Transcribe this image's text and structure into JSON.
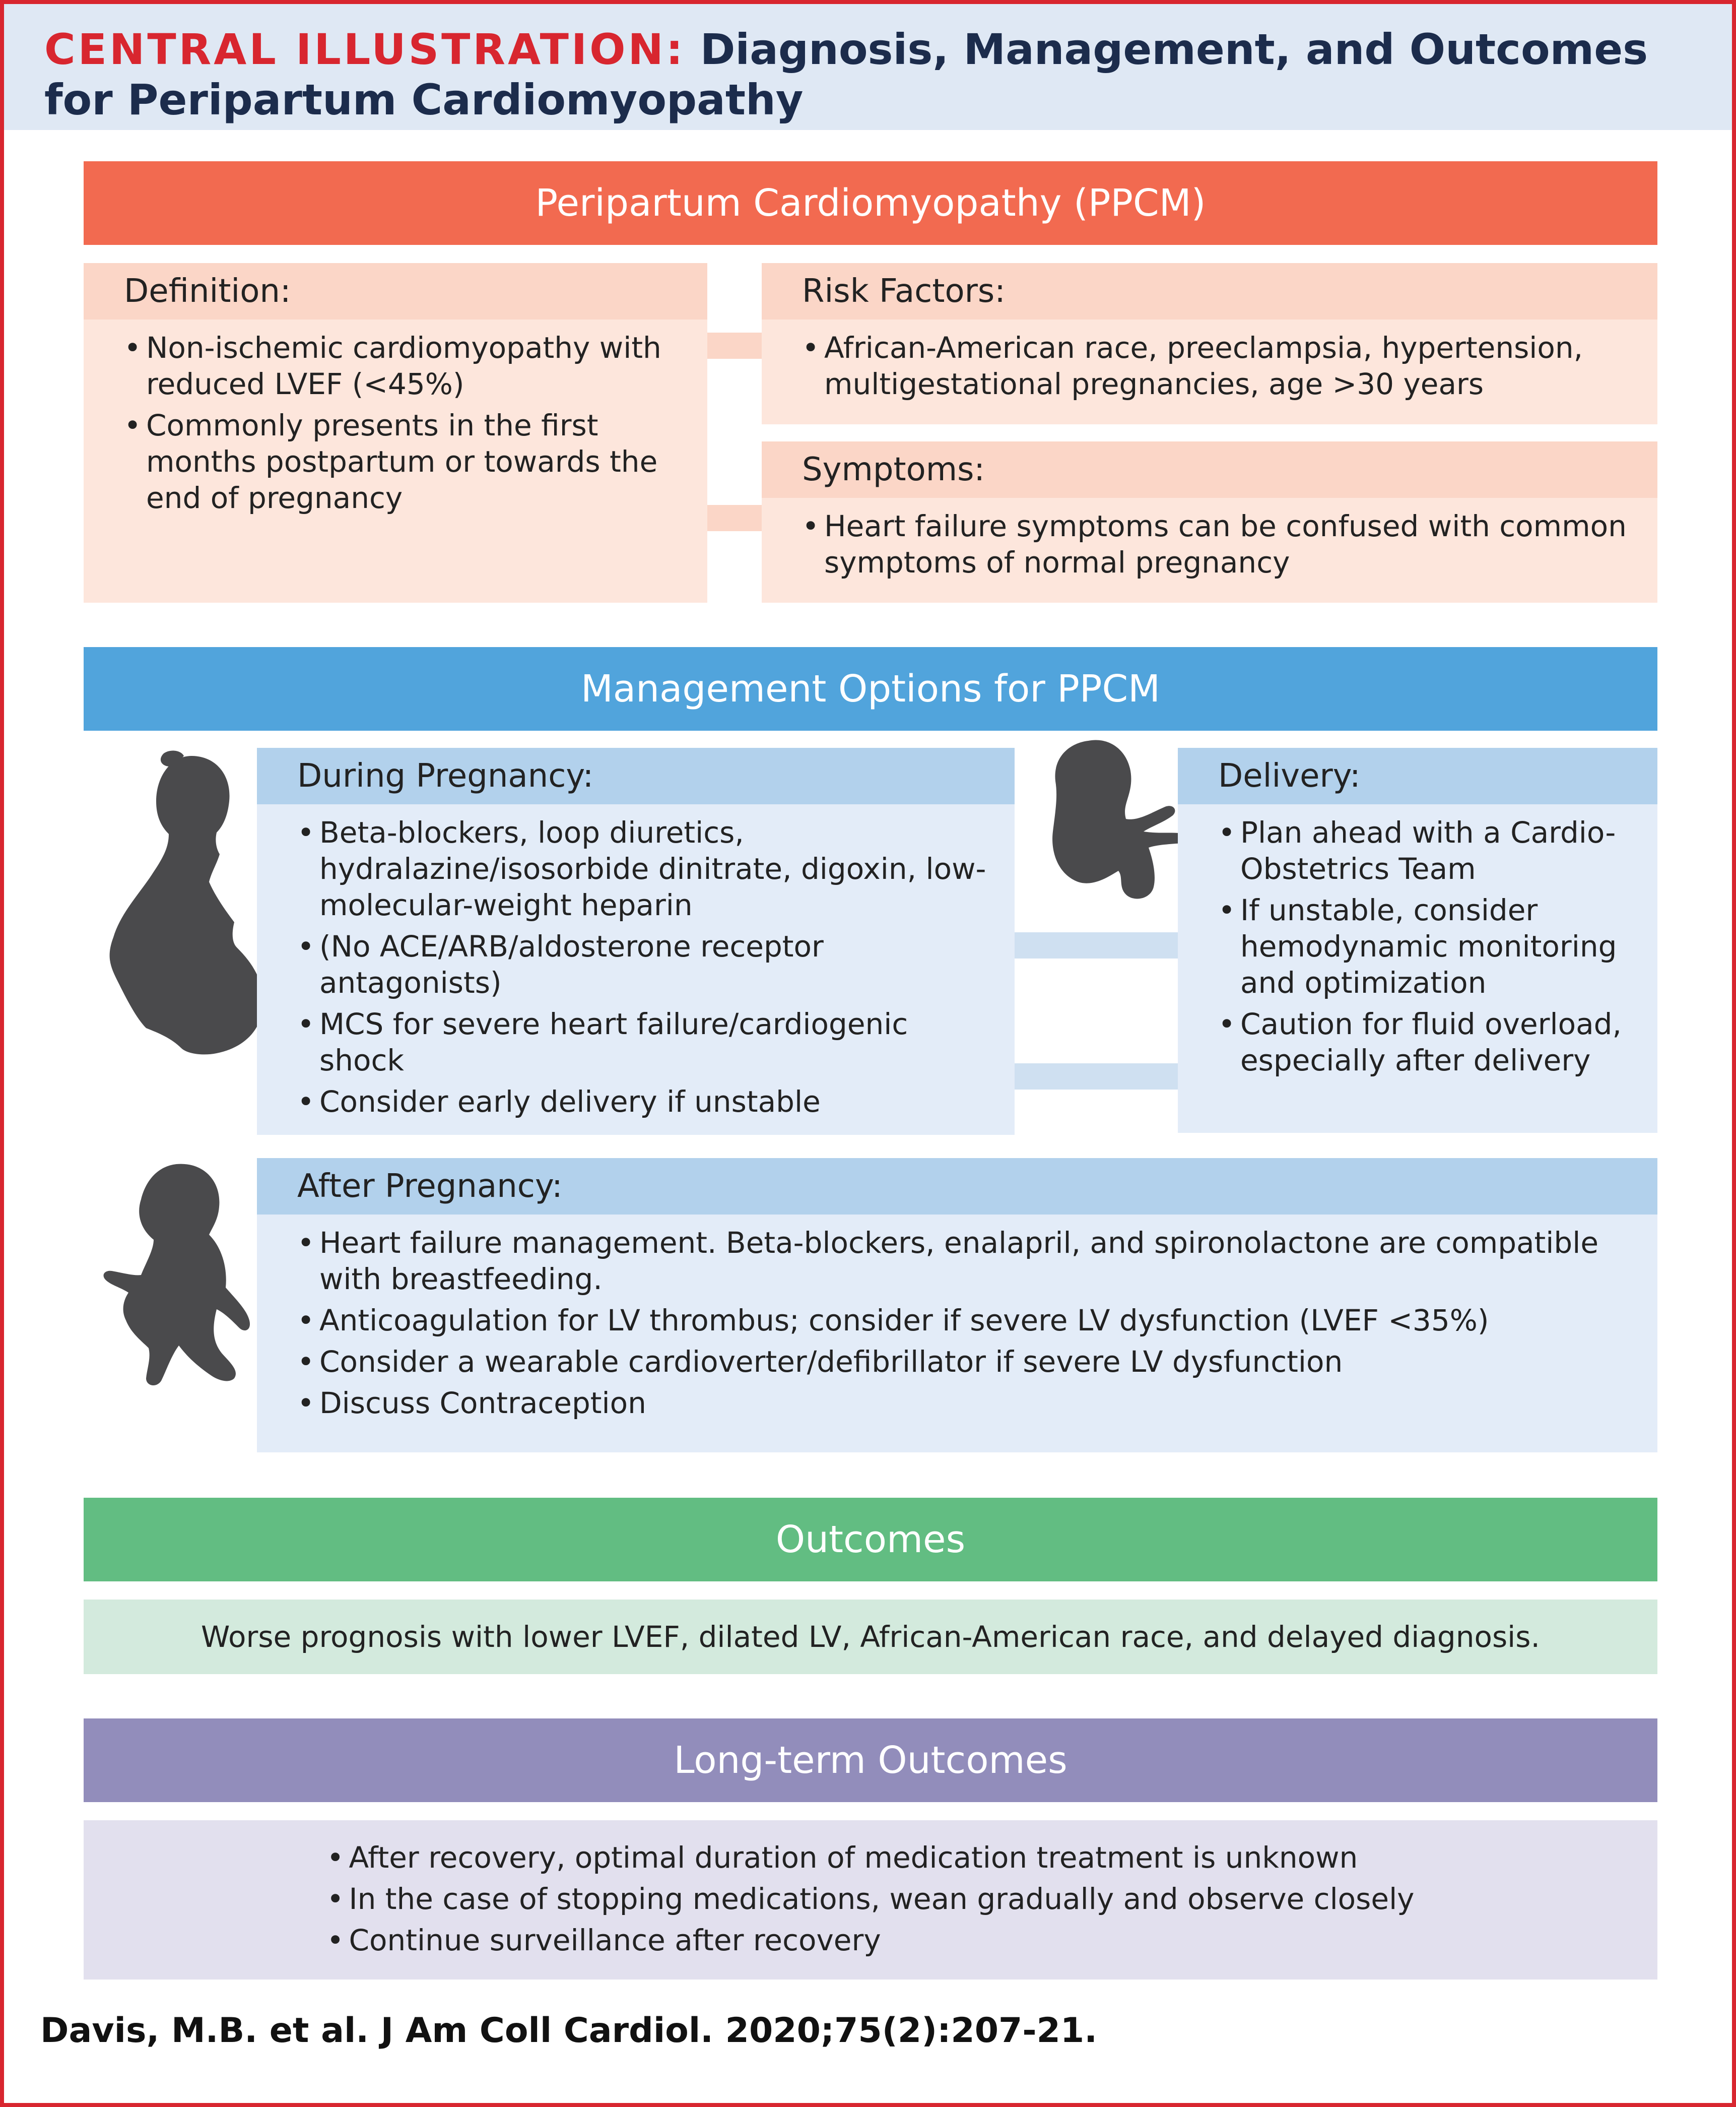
{
  "header": {
    "kicker": "CENTRAL ILLUSTRATION:",
    "title": "Diagnosis, Management, and Outcomes for Peripartum Cardiomyopathy"
  },
  "ppcm": {
    "heading": "Peripartum Cardiomyopathy (PPCM)",
    "definition": {
      "label": "Definition:",
      "items": [
        "Non-ischemic cardiomyopathy with reduced LVEF (<45%)",
        "Commonly presents in the first months postpartum or towards the end of pregnancy"
      ]
    },
    "risk_factors": {
      "label": "Risk Factors:",
      "items": [
        "African-American race, preeclampsia, hypertension, multigestational pregnancies, age >30 years"
      ]
    },
    "symptoms": {
      "label": "Symptoms:",
      "items": [
        "Heart failure symptoms can be confused with common symptoms of normal pregnancy"
      ]
    }
  },
  "management": {
    "heading": "Management Options for PPCM",
    "during": {
      "label": "During Pregnancy:",
      "items": [
        "Beta-blockers, loop diuretics, hydralazine/isosorbide dinitrate, digoxin, low-molecular-weight heparin",
        "(No ACE/ARB/aldosterone receptor antagonists)",
        "MCS for severe heart failure/cardiogenic shock",
        "Consider early delivery if unstable"
      ]
    },
    "delivery": {
      "label": "Delivery:",
      "items": [
        "Plan ahead with a Cardio-Obstetrics Team",
        "If unstable, consider hemodynamic monitoring and optimization",
        "Caution for fluid overload, especially after delivery"
      ]
    },
    "after": {
      "label": "After Pregnancy:",
      "items": [
        "Heart failure management. Beta-blockers, enalapril, and spironolactone are compatible with breastfeeding.",
        "Anticoagulation for LV thrombus; consider if severe LV dysfunction (LVEF <35%)",
        "Consider a wearable cardioverter/defibrillator if severe LV dysfunction",
        "Discuss Contraception"
      ]
    }
  },
  "outcomes": {
    "heading": "Outcomes",
    "text": "Worse prognosis with lower LVEF, dilated LV, African-American race, and delayed diagnosis."
  },
  "long_term": {
    "heading": "Long-term Outcomes",
    "items": [
      "After recovery, optimal duration of medication treatment is unknown",
      "In the case of stopping medications, wean gradually and observe closely",
      "Continue surveillance after recovery"
    ]
  },
  "citation": "Davis, M.B. et al. J Am Coll Cardiol. 2020;75(2):207-21.",
  "icons": [
    "pregnant-woman-icon",
    "fetus-icon",
    "infant-icon"
  ],
  "colors": {
    "red_accent": "#d8262f",
    "ppcm_header": "#f26a50",
    "ppcm_sub": "#fbd6c7",
    "ppcm_body": "#fde6dc",
    "mgmt_header": "#51a4dc",
    "mgmt_sub": "#b2d1ec",
    "mgmt_body": "#e3ecf8",
    "outcomes_header": "#62bd82",
    "outcomes_body": "#d3eadd",
    "longterm_header": "#928dbb",
    "longterm_body": "#e2e0ee"
  }
}
